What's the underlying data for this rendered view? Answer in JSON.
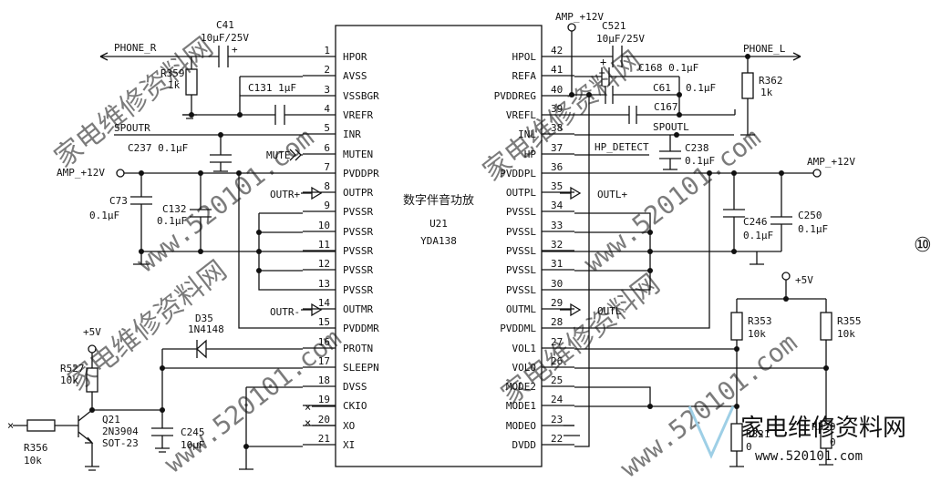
{
  "ic": {
    "name": "数字伴音功放",
    "ref": "U21",
    "part": "YDA138",
    "pins_left": [
      {
        "num": "1",
        "name": "HPOR"
      },
      {
        "num": "2",
        "name": "AVSS"
      },
      {
        "num": "3",
        "name": "VSSBGR"
      },
      {
        "num": "4",
        "name": "VREFR"
      },
      {
        "num": "5",
        "name": "INR"
      },
      {
        "num": "6",
        "name": "MUTEN"
      },
      {
        "num": "7",
        "name": "PVDDPR"
      },
      {
        "num": "8",
        "name": "OUTPR"
      },
      {
        "num": "9",
        "name": "PVSSR"
      },
      {
        "num": "10",
        "name": "PVSSR"
      },
      {
        "num": "11",
        "name": "PVSSR"
      },
      {
        "num": "12",
        "name": "PVSSR"
      },
      {
        "num": "13",
        "name": "PVSSR"
      },
      {
        "num": "14",
        "name": "OUTMR"
      },
      {
        "num": "15",
        "name": "PVDDMR"
      },
      {
        "num": "16",
        "name": "PROTN"
      },
      {
        "num": "17",
        "name": "SLEEPN"
      },
      {
        "num": "18",
        "name": "DVSS"
      },
      {
        "num": "19",
        "name": "CKIO"
      },
      {
        "num": "20",
        "name": "XO"
      },
      {
        "num": "21",
        "name": "XI"
      }
    ],
    "pins_right": [
      {
        "num": "42",
        "name": "HPOL"
      },
      {
        "num": "41",
        "name": "REFA"
      },
      {
        "num": "40",
        "name": "PVDDREG"
      },
      {
        "num": "39",
        "name": "VREFL"
      },
      {
        "num": "38",
        "name": "INL"
      },
      {
        "num": "37",
        "name": "HP"
      },
      {
        "num": "36",
        "name": "PVDDPL"
      },
      {
        "num": "35",
        "name": "OUTPL"
      },
      {
        "num": "34",
        "name": "PVSSL"
      },
      {
        "num": "33",
        "name": "PVSSL"
      },
      {
        "num": "32",
        "name": "PVSSL"
      },
      {
        "num": "31",
        "name": "PVSSL"
      },
      {
        "num": "30",
        "name": "PVSSL"
      },
      {
        "num": "29",
        "name": "OUTML"
      },
      {
        "num": "28",
        "name": "PVDDML"
      },
      {
        "num": "27",
        "name": "VOL1"
      },
      {
        "num": "26",
        "name": "VOLO"
      },
      {
        "num": "25",
        "name": "MODE2"
      },
      {
        "num": "24",
        "name": "MODE1"
      },
      {
        "num": "23",
        "name": "MODEO"
      },
      {
        "num": "22",
        "name": "DVDD"
      }
    ]
  },
  "labels": {
    "c41_name": "C41",
    "c41_val": "10μF/25V",
    "phone_r": "PHONE_R",
    "r359_name": "R359",
    "r359_val": "1k",
    "c131": "C131  1μF",
    "spoutr": "SPOUTR",
    "c237": "C237   0.1μF",
    "mute": "MUTE",
    "amp12_left": "AMP_+12V",
    "c73_name": "C73",
    "c73_val": "0.1μF",
    "c132_name": "C132",
    "c132_val": "0.1μF",
    "outr_plus": "OUTR+",
    "outr_minus": "OUTR-",
    "d35_name": "D35",
    "d35_val": "1N4148",
    "plus5_left": "+5V",
    "r527_name": "R527",
    "r527_val": "10k",
    "q21_name": "Q21",
    "q21_part": "2N3904",
    "q21_pkg": "SOT-23",
    "c245_name": "C245",
    "c245_val": "10μF",
    "r356_name": "R356",
    "r356_val": "10k",
    "amp12_top": "AMP_+12V",
    "c521_name": "C521",
    "c521_val": "10μF/25V",
    "phone_l": "PHONE_L",
    "c168": "C168  0.1μF",
    "c61_name": "C61",
    "c61_val": "0.1μF",
    "c167": "C167",
    "r362_name": "R362",
    "r362_val": "1k",
    "spoutl": "SPOUTL",
    "hp_detect": "HP_DETECT",
    "c238_name": "C238",
    "c238_val": "0.1μF",
    "amp12_right": "AMP_+12V",
    "outl_plus": "OUTL+",
    "outl_minus": "OUTL-",
    "c246_name": "C246",
    "c246_val": "0.1μF",
    "c250_name": "C250",
    "c250_val": "0.1μF",
    "plus5_right": "+5V",
    "r353_name": "R353",
    "r353_val": "10k",
    "r355_name": "R355",
    "r355_val": "10k",
    "r321_name": "R321",
    "r321_val": "0",
    "r320_name": "R320",
    "r320_val": "0",
    "page_marker": "⑩"
  },
  "watermark": {
    "diag1": "家电维修资料网",
    "diag2": "www.520101.com",
    "logo_cn": "家电维修资料网",
    "logo_url": "www.520101.com"
  }
}
